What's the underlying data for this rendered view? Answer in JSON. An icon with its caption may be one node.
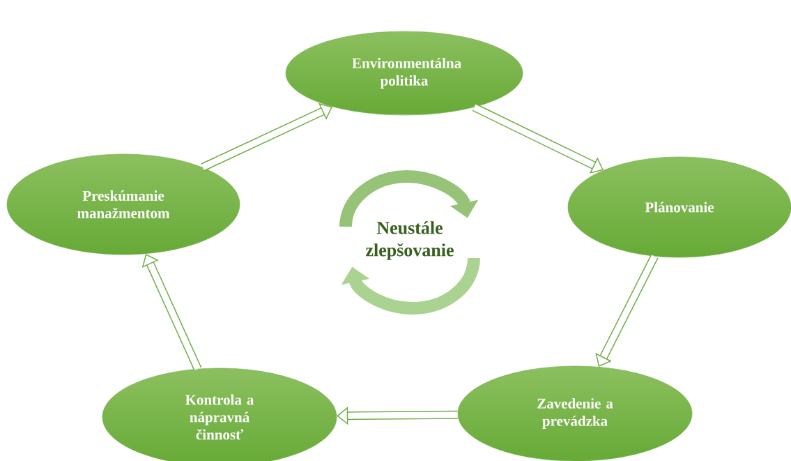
{
  "diagram": {
    "nodes": [
      {
        "text": [
          "Environmentálna politika"
        ]
      },
      {
        "text": [
          "Plánovanie"
        ]
      },
      {
        "text": [
          "Zavedenie a prevádzka"
        ]
      },
      {
        "text": [
          "Kontrola a nápravná činnosť"
        ]
      },
      {
        "text": [
          "Preskúmanie manažmentom"
        ]
      }
    ],
    "edges": [
      {
        "from": 0,
        "to": 1,
        "arrow": "to"
      },
      {
        "from": 1,
        "to": 2,
        "arrow": "to"
      },
      {
        "from": 2,
        "to": 3,
        "arrow": "to"
      },
      {
        "from": 3,
        "to": 4,
        "arrow": "to"
      },
      {
        "from": 4,
        "to": 0,
        "arrow": "to"
      }
    ],
    "labels": [
      "Neustále zlepšovanie"
    ]
  }
}
